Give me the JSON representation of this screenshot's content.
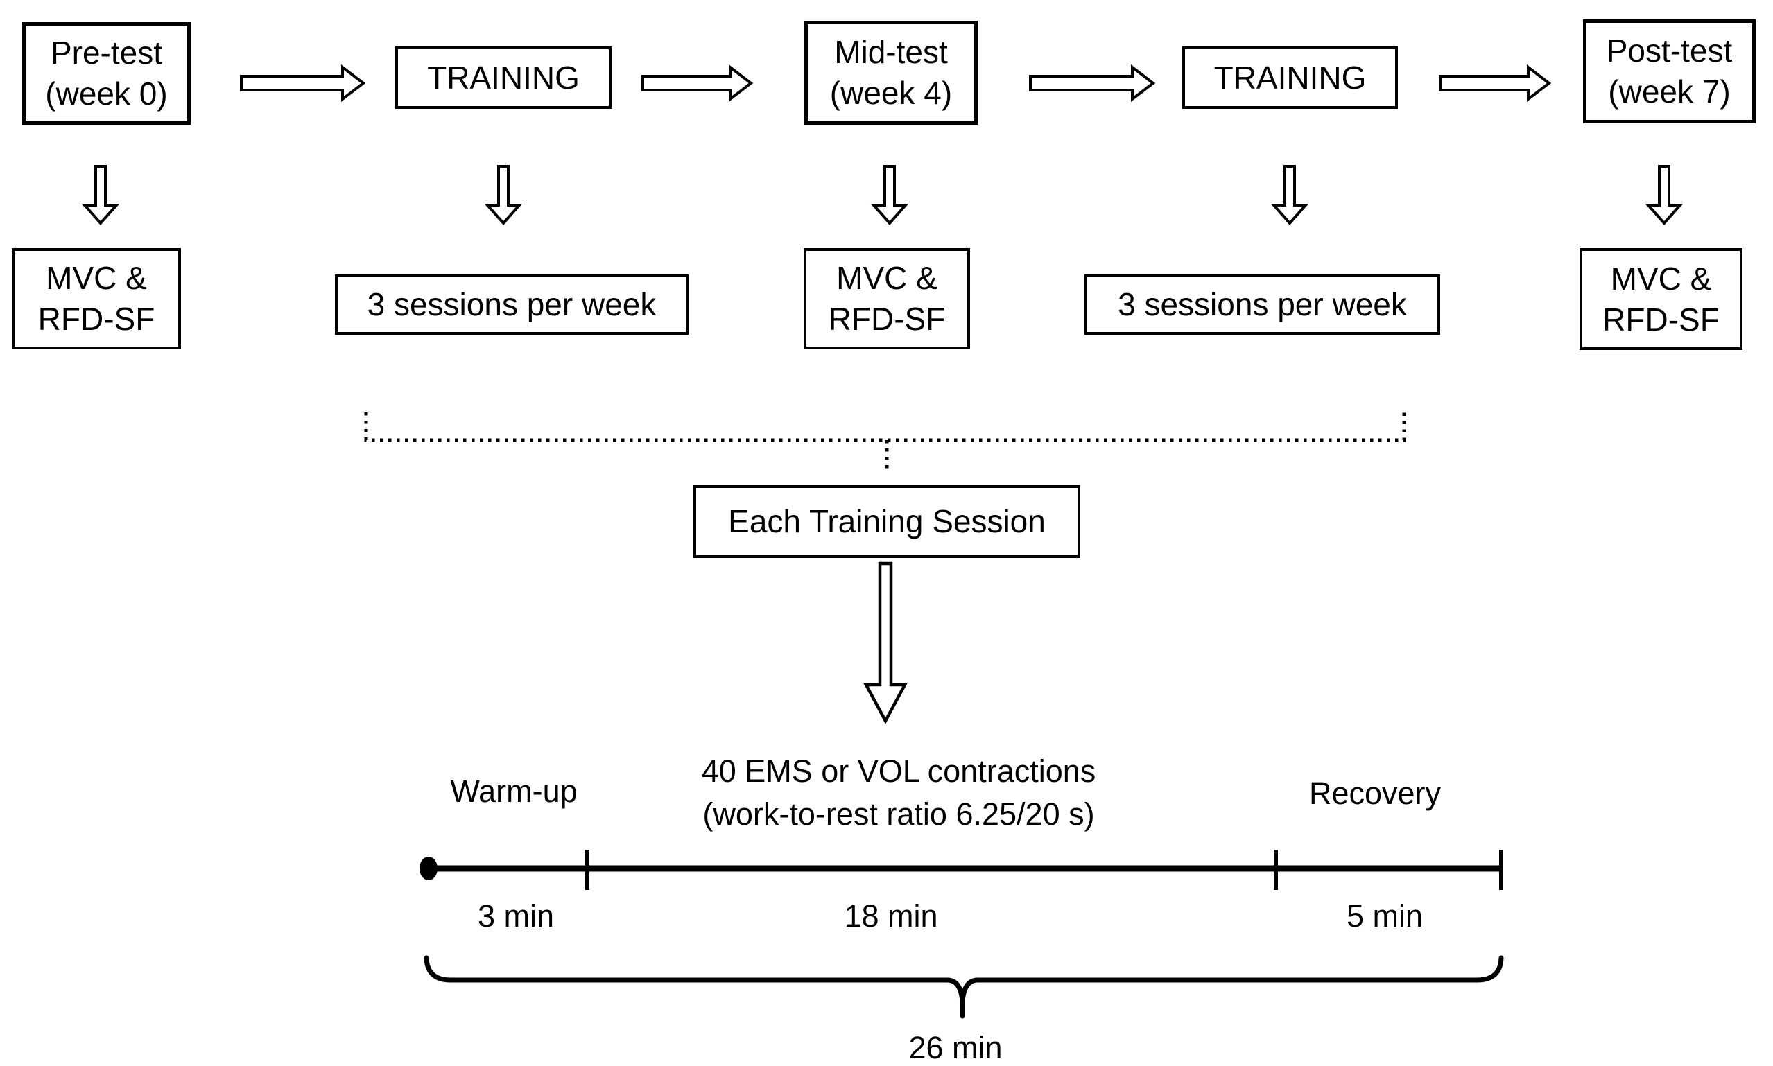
{
  "figure": {
    "top_row": {
      "pre_test": "Pre-test\n(week 0)",
      "training_1": "TRAINING",
      "mid_test": "Mid-test\n(week 4)",
      "training_2": "TRAINING",
      "post_test": "Post-test\n(week 7)"
    },
    "outcome_row": {
      "mvc_1": "MVC &\nRFD-SF",
      "sessions_1": "3 sessions per week",
      "mvc_2": "MVC &\nRFD-SF",
      "sessions_2": "3 sessions per week",
      "mvc_3": "MVC &\nRFD-SF"
    },
    "each_training_session": "Each Training Session",
    "session_phases": {
      "warm_up": "Warm-up",
      "contractions": "40 EMS or VOL contractions\n(work-to-rest ratio 6.25/20 s)",
      "recovery": "Recovery"
    },
    "timeline": {
      "segment_1": "3 min",
      "segment_2": "18 min",
      "segment_3": "5 min",
      "total": "26 min"
    },
    "colors": {
      "ink": "#000000",
      "background": "#ffffff"
    }
  }
}
